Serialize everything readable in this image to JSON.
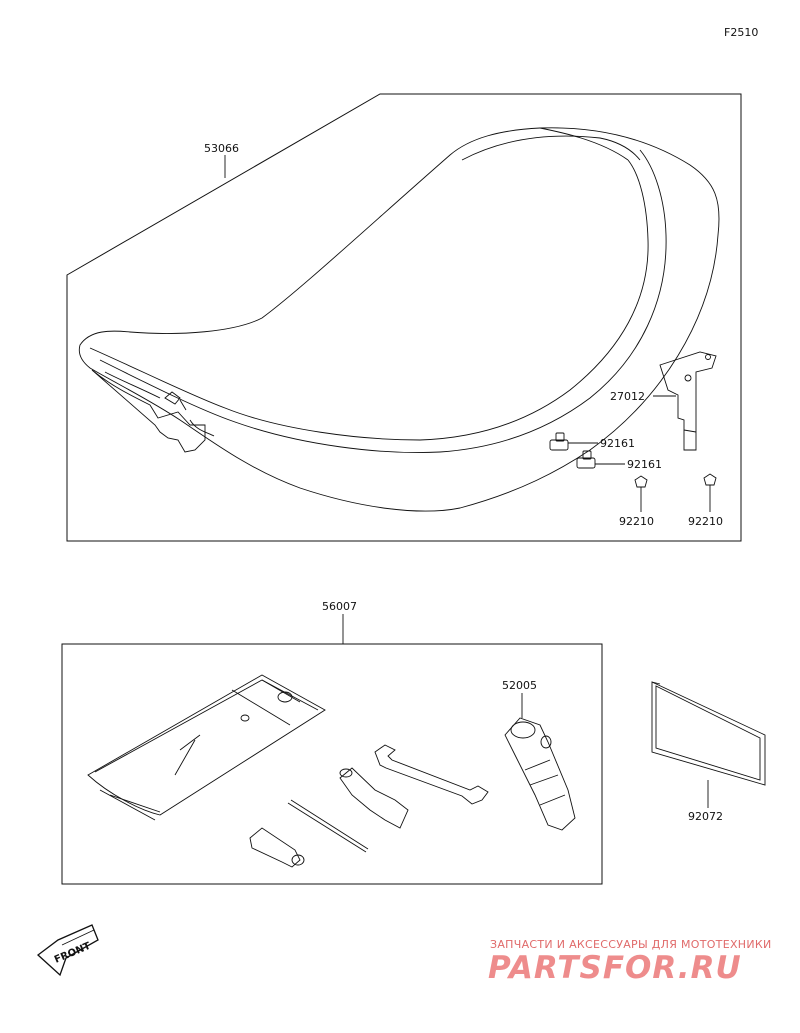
{
  "figure_code": "F2510",
  "parts": {
    "seat_assy": "53066",
    "bracket": "27012",
    "clip_a": "92161",
    "clip_b": "92161",
    "nut_a": "92210",
    "nut_b": "92210",
    "tool_kit": "56007",
    "plug_wrench": "52005",
    "manual": "92072"
  },
  "front_marker": "FRONT",
  "watermark": {
    "tagline": "ЗАПЧАСТИ И АКСЕССУАРЫ ДЛЯ МОТОТЕХНИКИ",
    "brand": "PARTSFOR.RU"
  }
}
